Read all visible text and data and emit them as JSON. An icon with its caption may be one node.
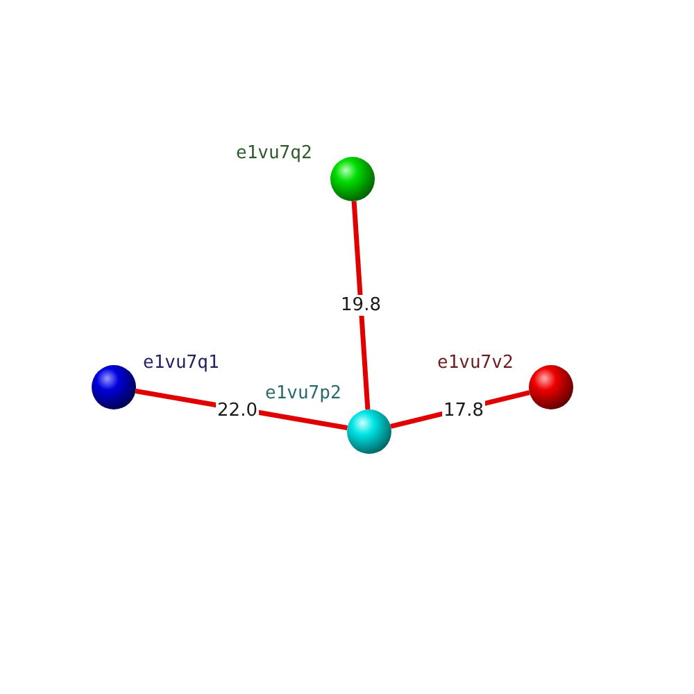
{
  "diagram": {
    "nodes": [
      {
        "text": [],
        "shape": "circle",
        "beside": [
          "e1vu7q2"
        ]
      },
      {
        "text": [],
        "shape": "circle",
        "beside": [
          "e1vu7q1"
        ]
      },
      {
        "text": [],
        "shape": "circle",
        "beside": [
          "e1vu7v2"
        ]
      },
      {
        "text": [],
        "shape": "circle",
        "beside": [
          "e1vu7p2"
        ]
      }
    ],
    "edges": [
      {
        "from": 0,
        "to": 3,
        "arrow": "none",
        "label": "19.8"
      },
      {
        "from": 1,
        "to": 3,
        "arrow": "none",
        "label": "22.0"
      },
      {
        "from": 3,
        "to": 2,
        "arrow": "none",
        "label": "17.8"
      }
    ]
  }
}
